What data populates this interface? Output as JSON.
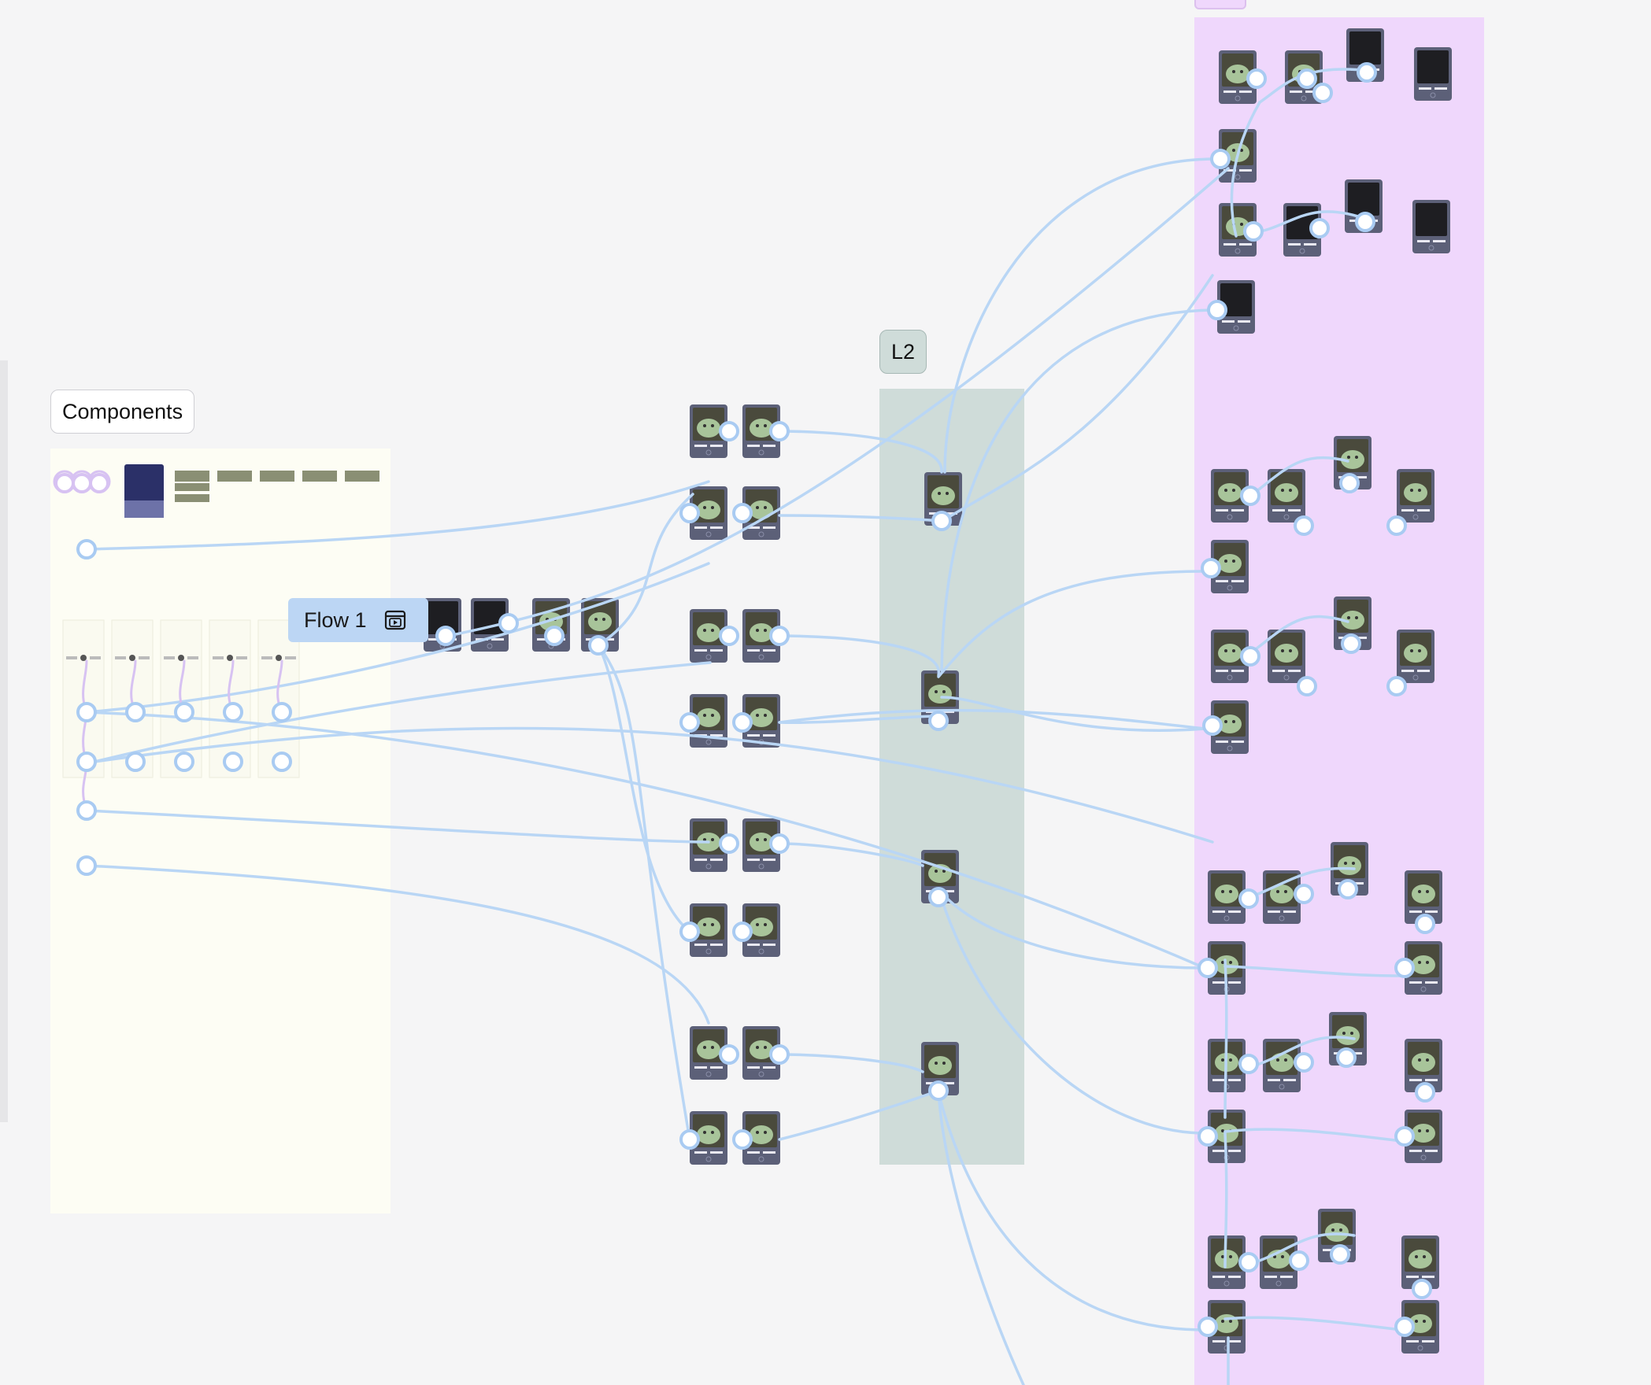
{
  "sections": {
    "components": "Components",
    "l2": "L2"
  },
  "flow": {
    "label": "Flow 1",
    "icon": "play-window-icon"
  },
  "colors": {
    "canvas": "#f5f5f6",
    "components_region": "#fdfdf4",
    "l2_region": "#cfdcd9",
    "purple_region": "#efd7fc",
    "connector": "#b9d6f5",
    "connector_purple": "#d7c2f2",
    "flow_chip": "#bcd6f4",
    "screen_frame": "#5c6078",
    "screen_art": "#a8c49a"
  }
}
